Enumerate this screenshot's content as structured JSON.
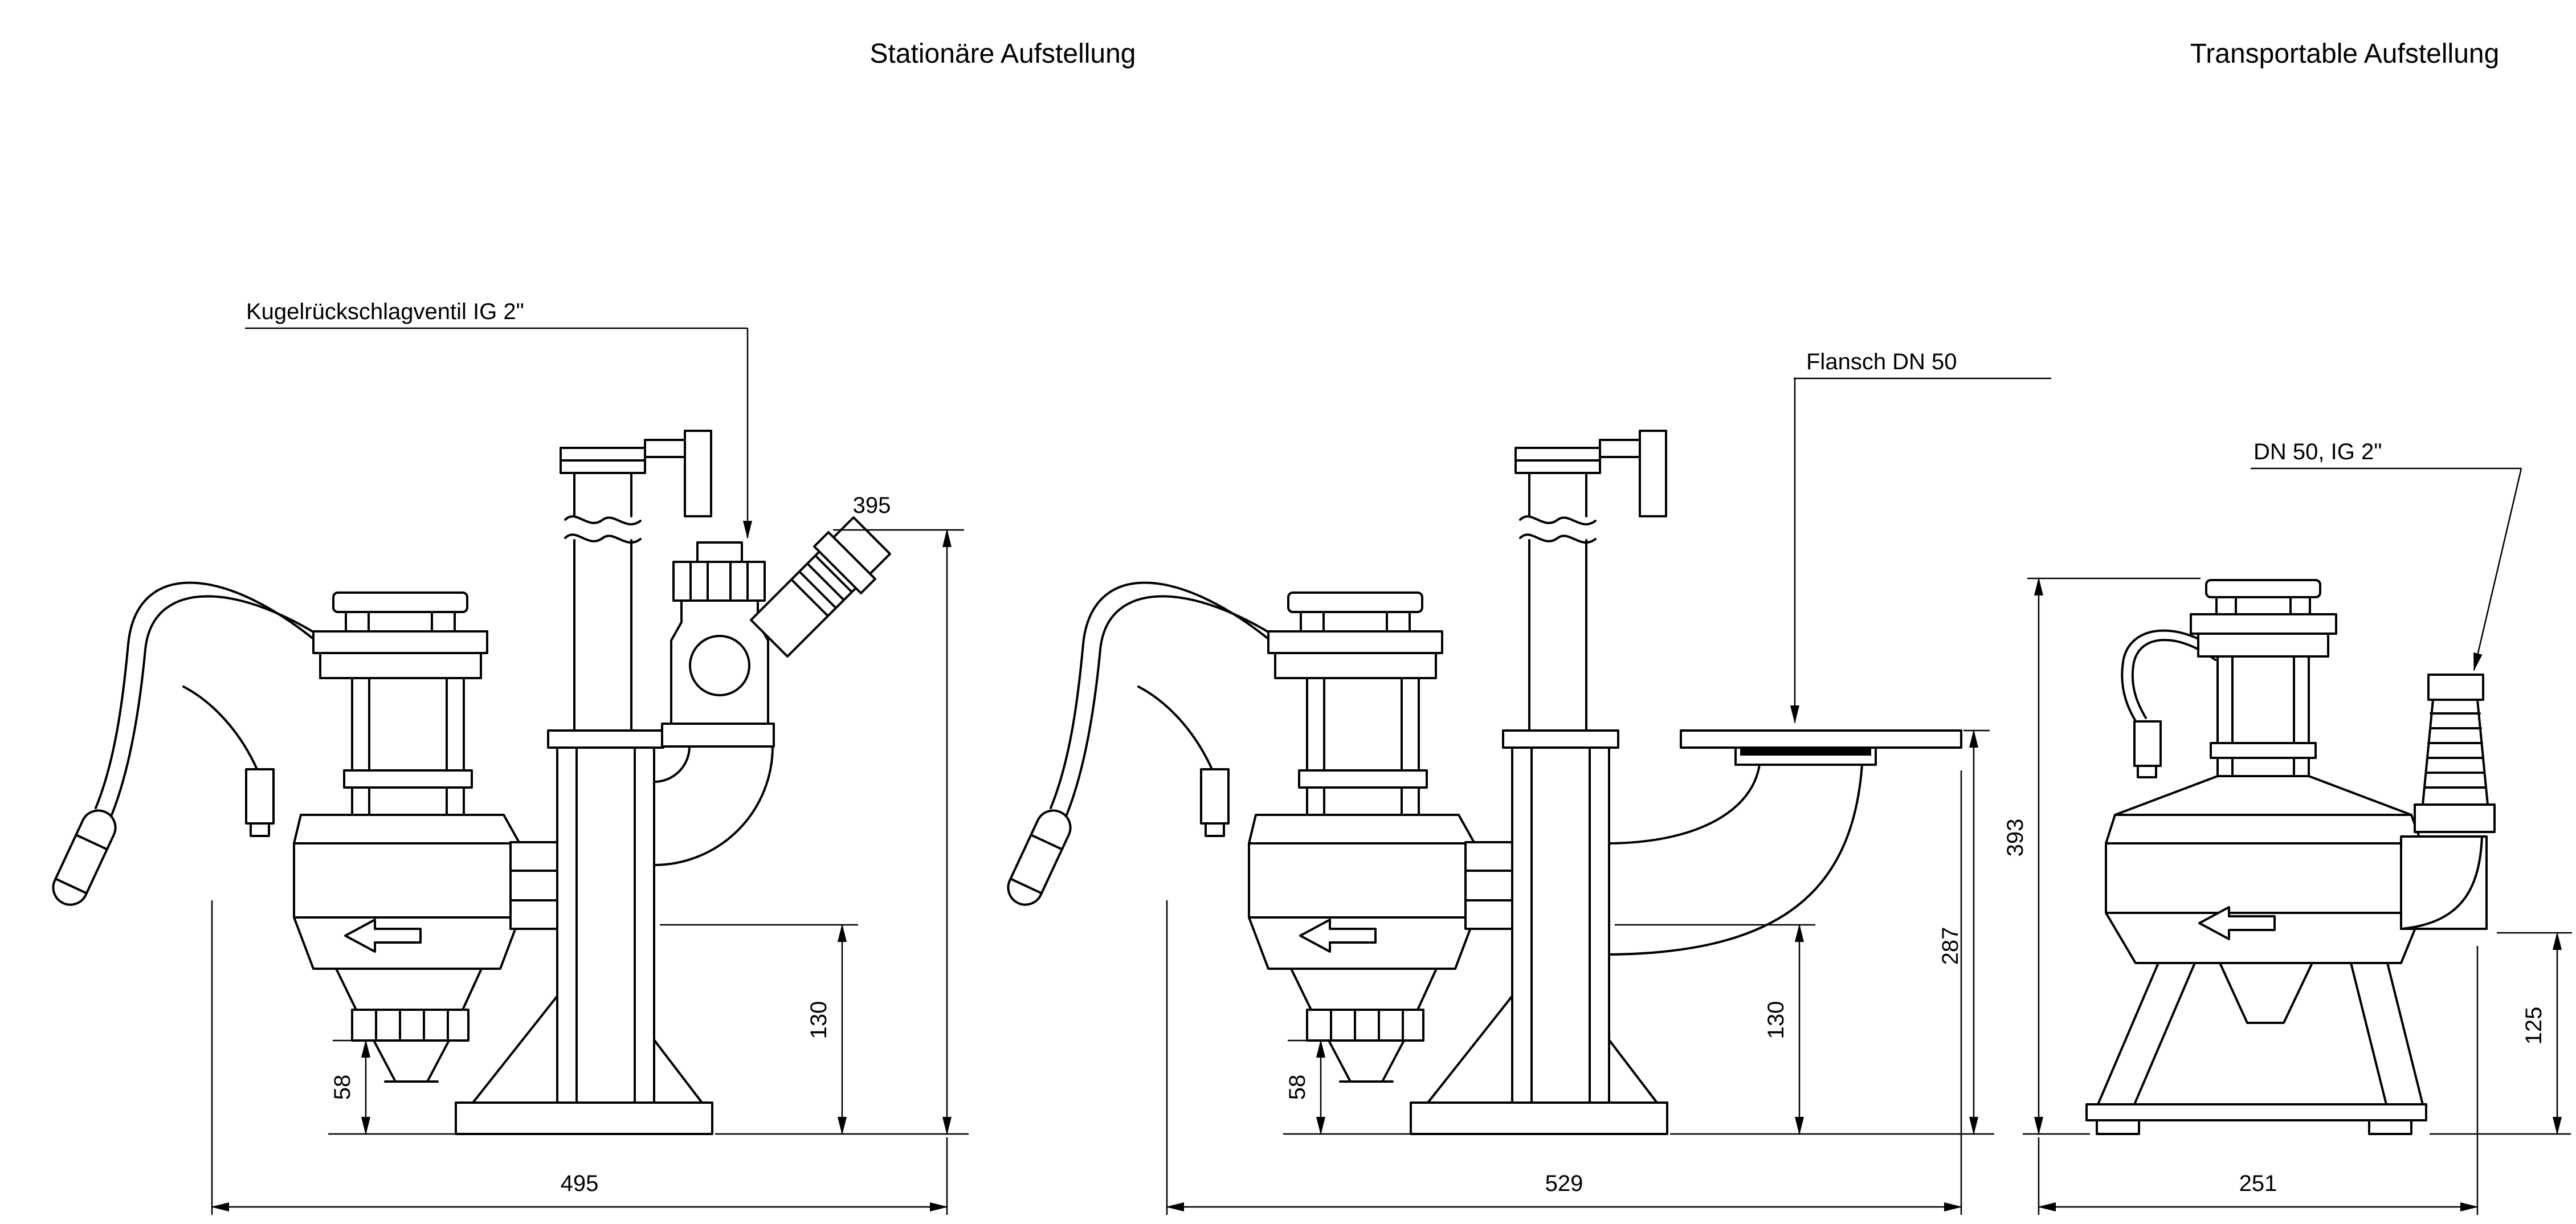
{
  "titles": {
    "stationary": "Stationäre Aufstellung",
    "transportable": "Transportable Aufstellung"
  },
  "annotations": {
    "check_valve": "Kugelrückschlagventil IG 2\"",
    "flange": "Flansch DN 50",
    "hose_connection": "DN 50, IG 2\""
  },
  "dimensions": {
    "stationary_valve": {
      "width": "495",
      "outlet_tip_height": "395",
      "discharge_height": "130",
      "inlet_clearance": "58"
    },
    "stationary_flange": {
      "width": "529",
      "flange_height": "287",
      "discharge_height": "130",
      "inlet_clearance": "58"
    },
    "transportable": {
      "width": "251",
      "total_height": "393",
      "outlet_height": "125"
    }
  }
}
